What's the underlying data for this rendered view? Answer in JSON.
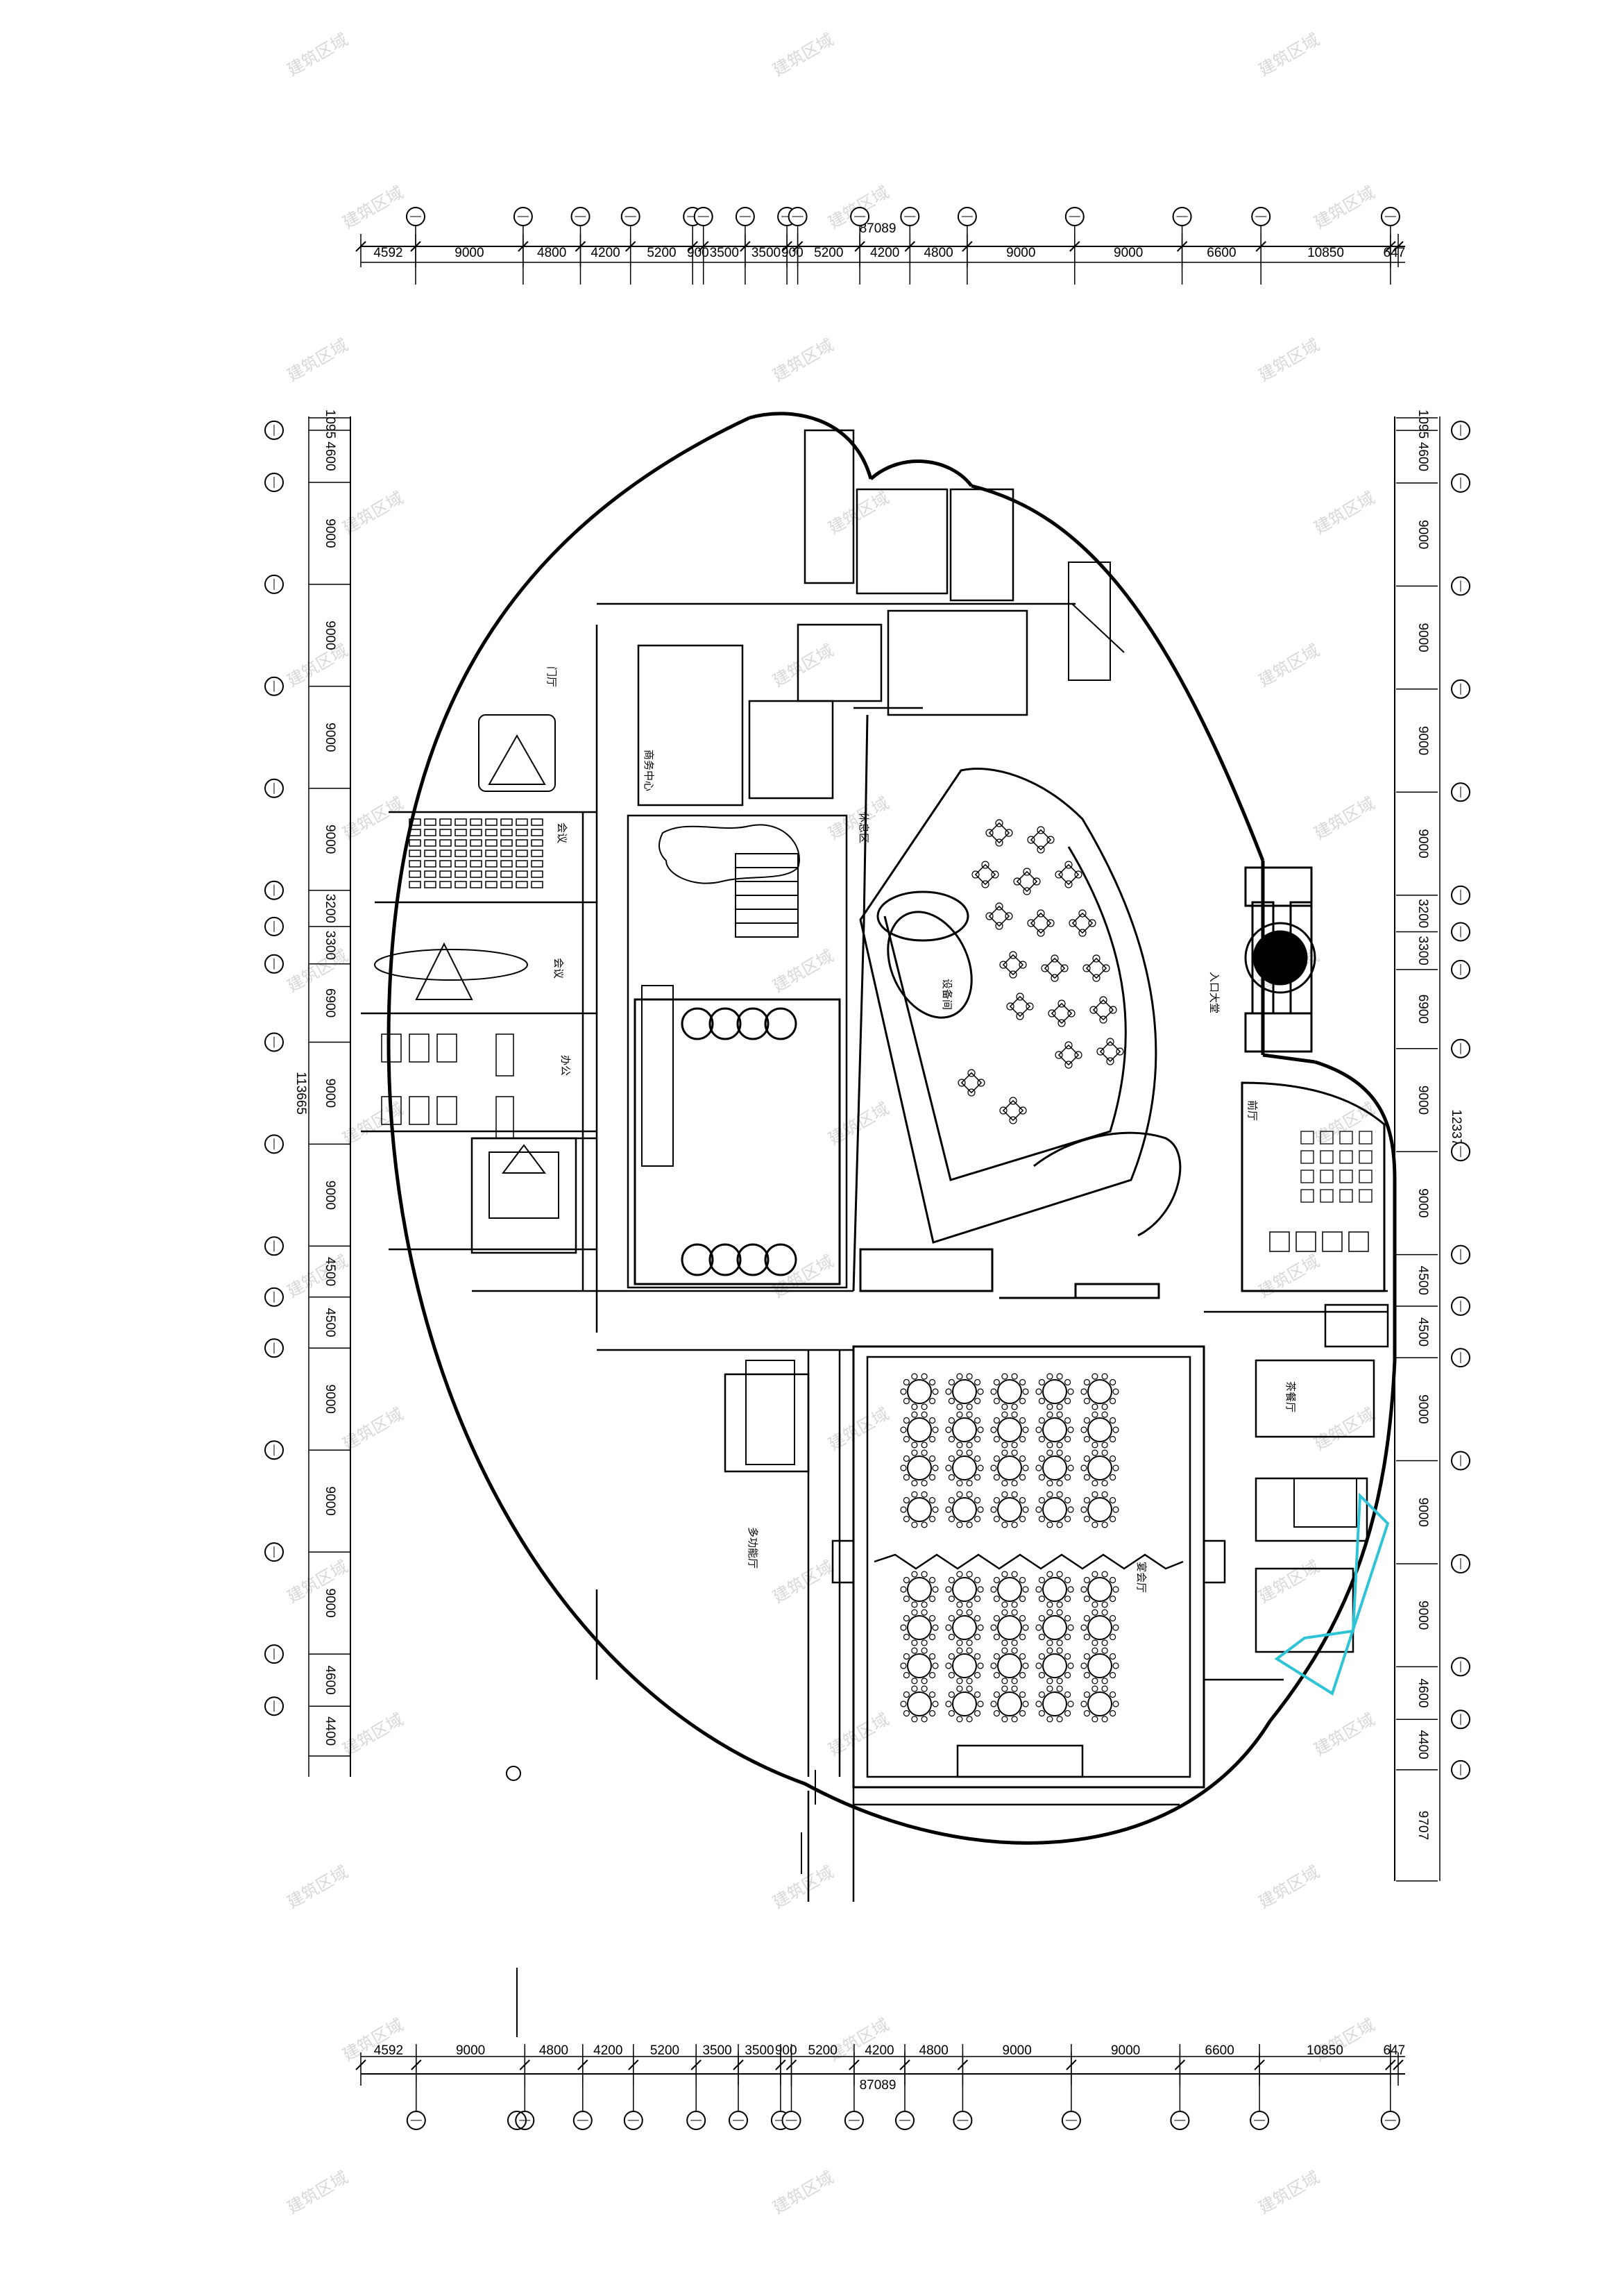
{
  "drawing": {
    "top_dimensions": [
      "4592",
      "9000",
      "4800",
      "4200",
      "5200",
      "900",
      "3500",
      "3500",
      "900",
      "5200",
      "4200",
      "4800",
      "9000",
      "9000",
      "6600",
      "10850",
      "647"
    ],
    "top_total": "87089",
    "bottom_dimensions": [
      "4592",
      "9000",
      "4800",
      "4200",
      "5200",
      "3500",
      "3500",
      "900",
      "5200",
      "4200",
      "4800",
      "9000",
      "9000",
      "6600",
      "10850",
      "647"
    ],
    "bottom_total": "87089",
    "left_dimensions": [
      "1095",
      "4600",
      "9000",
      "9000",
      "9000",
      "9000",
      "3200",
      "3300",
      "6900",
      "9000",
      "9000",
      "4500",
      "4500",
      "9000",
      "9000",
      "9000",
      "4600",
      "4400"
    ],
    "left_total": "113665",
    "right_dimensions": [
      "1095",
      "4600",
      "9000",
      "9000",
      "9000",
      "9000",
      "3200",
      "3300",
      "6900",
      "9000",
      "9000",
      "4500",
      "4500",
      "9000",
      "9000",
      "9000",
      "4600",
      "4400",
      "9707"
    ],
    "right_total": "123372",
    "room_labels": [
      "多功能厅",
      "会议",
      "会议",
      "办公",
      "门厅",
      "商务中心",
      "休息区",
      "入口大堂",
      "宴会厅",
      "前厅",
      "茶餐厅",
      "设备间"
    ],
    "watermark": "建筑区域"
  },
  "colors": {
    "line": "#000000",
    "highlight": "#2ec4d6",
    "background": "#ffffff"
  }
}
